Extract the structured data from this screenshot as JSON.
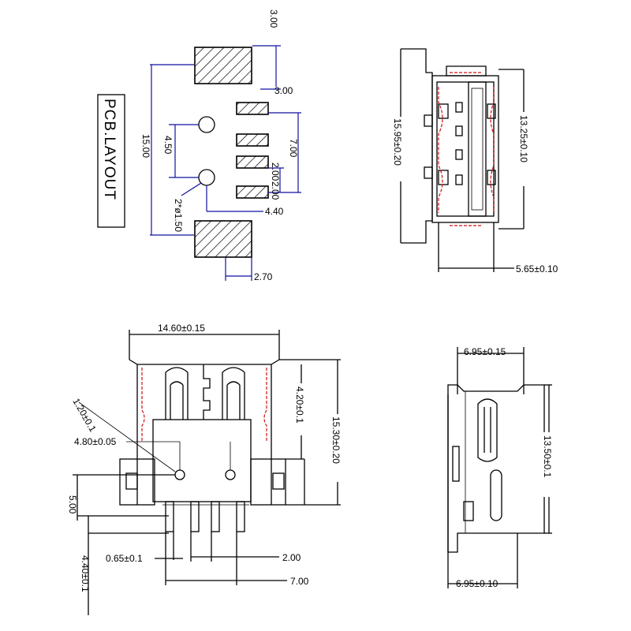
{
  "pcb_layout": {
    "title": "PCB.LAYOUT",
    "dims": {
      "top_pad_height": "3.00",
      "pad_spacing": "3.00",
      "outer_span": "15.00",
      "hole_spacing": "4.50",
      "pin_span": "7.00",
      "pin_pitch": "2.00",
      "pin_pitch_2": "2.00",
      "hole_diameter": "2*ø1.50",
      "hole_offset": "4.40",
      "pad_width": "2.70"
    }
  },
  "front_view": {
    "dims": {
      "height_outer": "15.95±0.20",
      "height_inner": "13.25±0.10",
      "opening_width": "5.65±0.10"
    }
  },
  "top_view": {
    "dims": {
      "width": "14.60±0.15",
      "length": "15.30±0.20",
      "spring_depth": "4.20±0.1",
      "hole_dia": "1.20±0.1",
      "hole_pos": "4.80±0.05",
      "body_offset": "5.00",
      "pin_width": "0.65±0.1",
      "pin_pitch": "2.00",
      "pin_span": "7.00",
      "pin_offset": "4.40±0.1"
    }
  },
  "side_view": {
    "dims": {
      "top_width": "6.95±0.15",
      "height": "13.50±0.1",
      "bottom_width": "6.95±0.10"
    }
  }
}
